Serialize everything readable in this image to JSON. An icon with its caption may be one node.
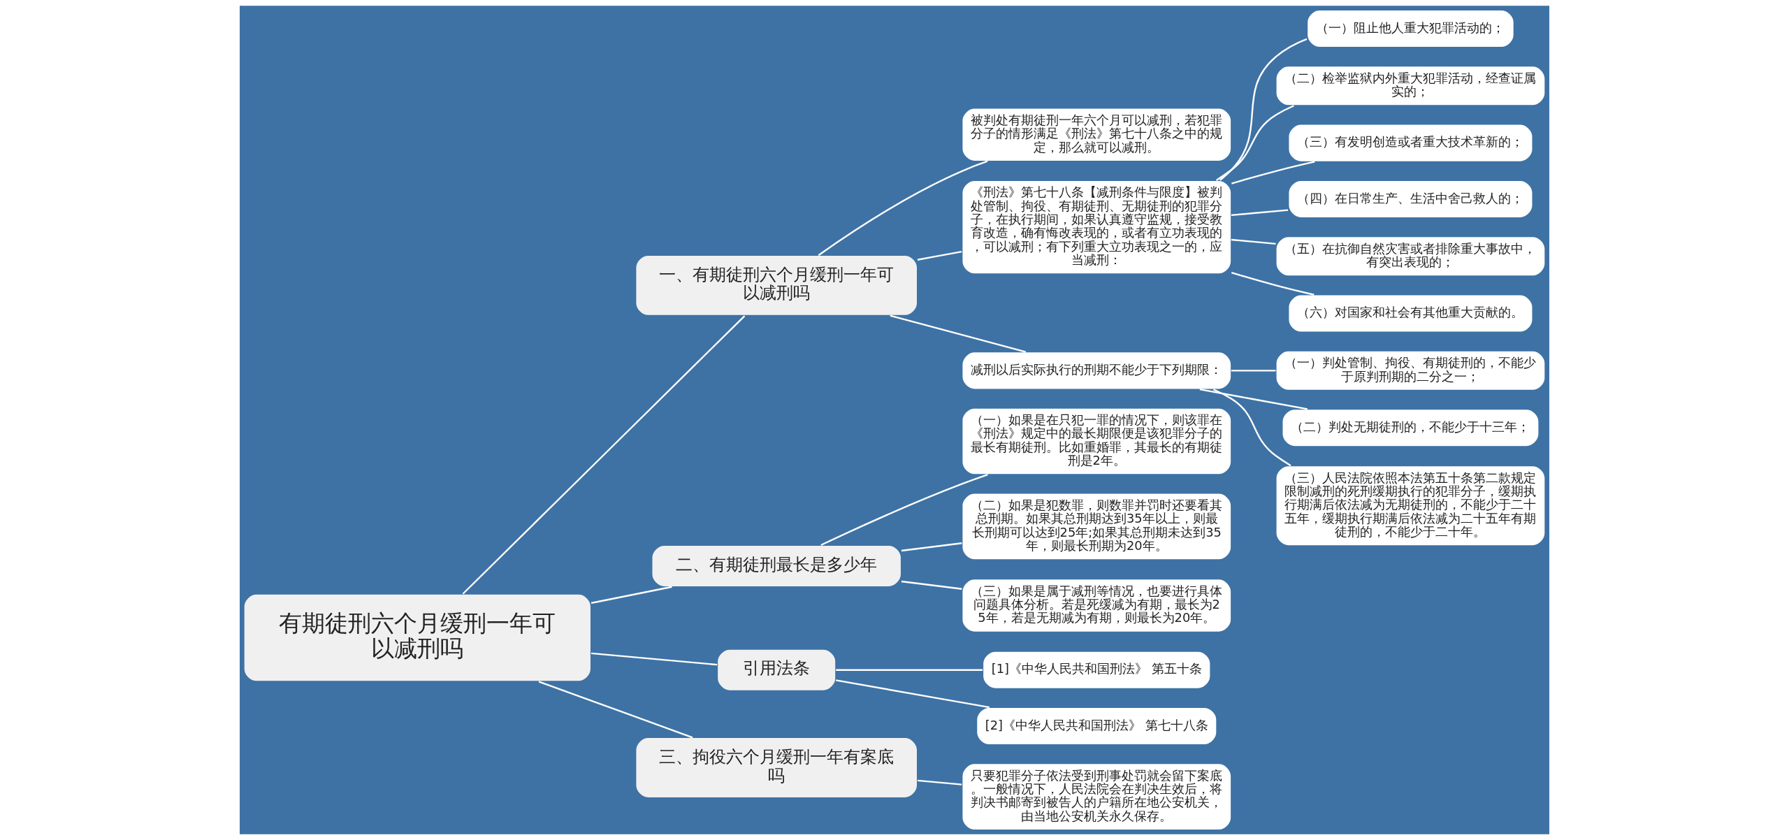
{
  "diagram": {
    "nodes": [
      {
        "text": [
          "有期徒刑六个月缓刑一年可以减刑吗"
        ]
      },
      {
        "text": [
          "一、有期徒刑六个月缓刑一年可以减刑吗"
        ]
      },
      {
        "text": [
          "被判处有期徒刑一年六个月可以减刑，若犯罪分子的情形满足《刑法》第七十八条之中的规定，那么就可以减刑。"
        ]
      },
      {
        "text": [
          "《刑法》第七十八条【减刑条件与限度】被判处管制、拘役、有期徒刑、无期徒刑的犯罪分子，在执行期间，如果认真遵守监规，接受教育改造，确有悔改表现的，或者有立功表现的，可以减刑；有下列重大立功表现之一的，应当减刑："
        ]
      },
      {
        "text": [
          "（一）阻止他人重大犯罪活动的；"
        ]
      },
      {
        "text": [
          "（二）检举监狱内外重大犯罪活动，经查证属实的；"
        ]
      },
      {
        "text": [
          "（三）有发明创造或者重大技术革新的；"
        ]
      },
      {
        "text": [
          "（四）在日常生产、生活中舍己救人的；"
        ]
      },
      {
        "text": [
          "（五）在抗御自然灾害或者排除重大事故中，有突出表现的；"
        ]
      },
      {
        "text": [
          "（六）对国家和社会有其他重大贡献的。"
        ]
      },
      {
        "text": [
          "减刑以后实际执行的刑期不能少于下列期限："
        ]
      },
      {
        "text": [
          "（一）判处管制、拘役、有期徒刑的，不能少于原判刑期的二分之一；"
        ]
      },
      {
        "text": [
          "（二）判处无期徒刑的，不能少于十三年；"
        ]
      },
      {
        "text": [
          "（三）人民法院依照本法第五十条第二款规定限制减刑的死刑缓期执行的犯罪分子，缓期执行期满后依法减为无期徒刑的，不能少于二十五年，缓期执行期满后依法减为二十五年有期徒刑的，不能少于二十年。"
        ]
      },
      {
        "text": [
          "二、有期徒刑最长是多少年"
        ]
      },
      {
        "text": [
          "（一）如果是在只犯一罪的情况下，则该罪在《刑法》规定中的最长期限便是该犯罪分子的最长有期徒刑。比如重婚罪，其最长的有期徒刑是2年。"
        ]
      },
      {
        "text": [
          "（二）如果是犯数罪，则数罪并罚时还要看其总刑期。如果其总刑期达到35年以上，则最长刑期可以达到25年;如果其总刑期未达到35年，则最长刑期为20年。"
        ]
      },
      {
        "text": [
          "（三）如果是属于减刑等情况，也要进行具体问题具体分析。若是死缓减为有期，最长为25年，若是无期减为有期，则最长为20年。"
        ]
      },
      {
        "text": [
          "引用法条"
        ]
      },
      {
        "text": [
          "[1]《中华人民共和国刑法》 第五十条"
        ]
      },
      {
        "text": [
          "[2]《中华人民共和国刑法》 第七十八条"
        ]
      },
      {
        "text": [
          "三、拘役六个月缓刑一年有案底吗"
        ]
      },
      {
        "text": [
          "只要犯罪分子依法受到刑事处罚就会留下案底。一般情况下，人民法院会在判决生效后，将判决书邮寄到被告人的户籍所在地公安机关，由当地公安机关永久保存。"
        ]
      }
    ],
    "edges": [
      {
        "from": 0,
        "to": 1,
        "arrow": "none"
      },
      {
        "from": 1,
        "to": 2,
        "arrow": "none"
      },
      {
        "from": 1,
        "to": 3,
        "arrow": "none"
      },
      {
        "from": 3,
        "to": 4,
        "arrow": "none"
      },
      {
        "from": 3,
        "to": 5,
        "arrow": "none"
      },
      {
        "from": 3,
        "to": 6,
        "arrow": "none"
      },
      {
        "from": 3,
        "to": 7,
        "arrow": "none"
      },
      {
        "from": 3,
        "to": 8,
        "arrow": "none"
      },
      {
        "from": 3,
        "to": 9,
        "arrow": "none"
      },
      {
        "from": 1,
        "to": 10,
        "arrow": "none"
      },
      {
        "from": 10,
        "to": 11,
        "arrow": "none"
      },
      {
        "from": 10,
        "to": 12,
        "arrow": "none"
      },
      {
        "from": 10,
        "to": 13,
        "arrow": "none"
      },
      {
        "from": 0,
        "to": 14,
        "arrow": "none"
      },
      {
        "from": 14,
        "to": 15,
        "arrow": "none"
      },
      {
        "from": 14,
        "to": 16,
        "arrow": "none"
      },
      {
        "from": 14,
        "to": 17,
        "arrow": "none"
      },
      {
        "from": 0,
        "to": 18,
        "arrow": "none"
      },
      {
        "from": 18,
        "to": 19,
        "arrow": "none"
      },
      {
        "from": 18,
        "to": 20,
        "arrow": "none"
      },
      {
        "from": 0,
        "to": 21,
        "arrow": "none"
      },
      {
        "from": 21,
        "to": 22,
        "arrow": "none"
      }
    ]
  }
}
